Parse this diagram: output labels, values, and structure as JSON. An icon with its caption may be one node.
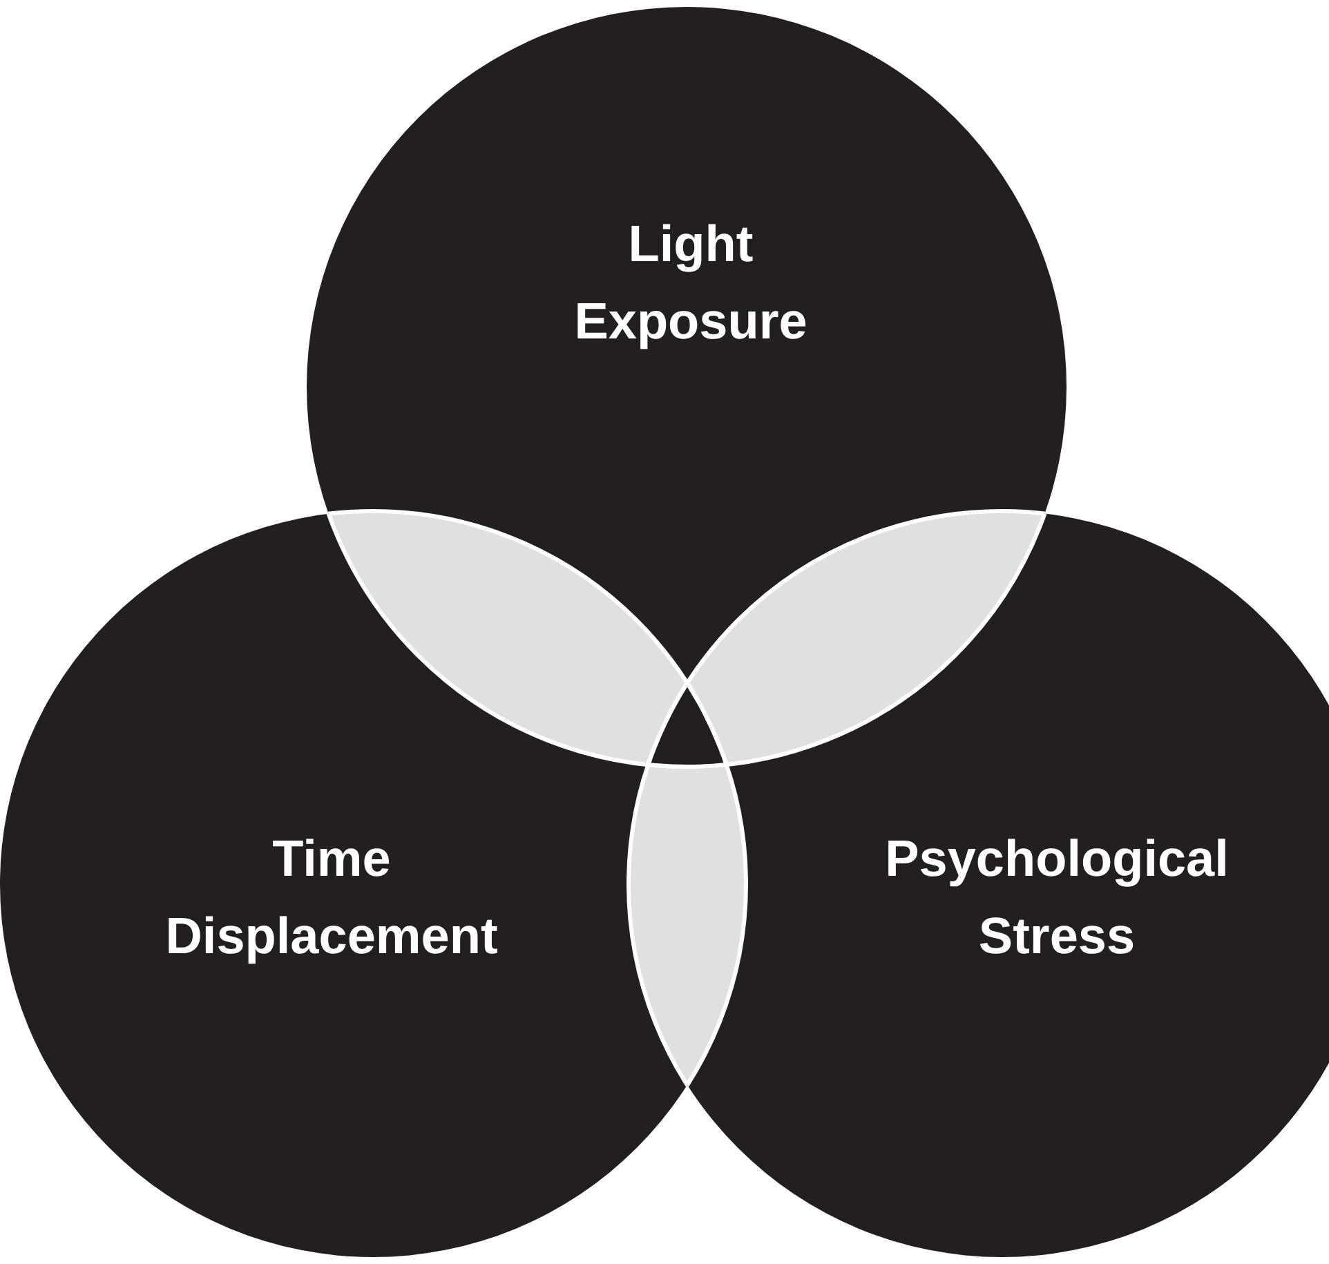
{
  "diagram": {
    "nodes": [
      {
        "text": [
          "Light Exposure"
        ]
      },
      {
        "text": [
          "Time Displacement"
        ]
      },
      {
        "text": [
          "Psychological Stress"
        ]
      }
    ]
  }
}
